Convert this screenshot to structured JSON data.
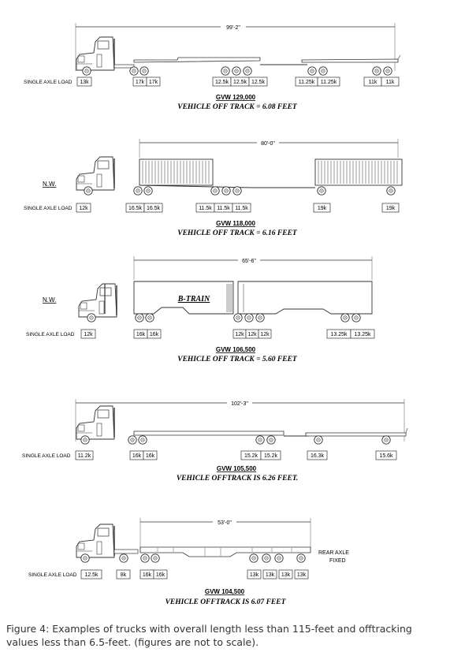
{
  "caption": "Figure 4: Examples of trucks with overall length less than 115-feet and offtracking values less than 6.5-feet. (figures are not to scale).",
  "trucks": [
    {
      "id": "t1",
      "dimension": "99'-2\"",
      "single_axle_label": "SINGLE AXLE LOAD",
      "loads": [
        "13k",
        "17k",
        "17k",
        "12.5k",
        "12.5k",
        "12.5k",
        "11.25k",
        "11.25k",
        "11k",
        "11k"
      ],
      "gvw": "GVW 129,000",
      "offtrack": "VEHICLE OFF TRACK = 6.08 FEET"
    },
    {
      "id": "t2",
      "nw": "N.W.",
      "dimension": "80'-0\"",
      "single_axle_label": "SINGLE AXLE LOAD",
      "loads": [
        "12k",
        "16.5k",
        "16.5k",
        "11.5k",
        "11.5k",
        "11.5k",
        "19k",
        "19k"
      ],
      "gvw": "GVW 118,000",
      "offtrack": "VEHICLE OFF TRACK = 6.16 FEET"
    },
    {
      "id": "t3",
      "nw": "N.W.",
      "dimension": "65'-6\"",
      "trailer_text": "B-TRAIN",
      "single_axle_label": "SINGLE AXLE LOAD",
      "loads": [
        "12k",
        "16k",
        "16k",
        "12k",
        "12k",
        "12k",
        "13.25k",
        "13.25k"
      ],
      "gvw": "GVW 106,500",
      "offtrack": "VEHICLE OFF TRACK = 5.60 FEET"
    },
    {
      "id": "t4",
      "dimension": "102'-3\"",
      "single_axle_label": "SINGLE AXLE LOAD",
      "loads": [
        "11.2k",
        "16k",
        "16k",
        "15.2k",
        "15.2k",
        "16.3k",
        "15.6k"
      ],
      "gvw": "GVW 105,500",
      "offtrack": "VEHICLE OFFTRACK IS 6.26 FEET."
    },
    {
      "id": "t5",
      "dimension": "53'-0\"",
      "rear_axle_note": [
        "REAR AXLE",
        "FIXED"
      ],
      "single_axle_label": "SINGLE AXLE LOAD",
      "loads": [
        "12.5k",
        "8k",
        "16k",
        "16k",
        "13k",
        "13k",
        "13k",
        "13k"
      ],
      "gvw": "GVW 104,500",
      "offtrack": "VEHICLE OFFTRACK IS 6.07 FEET"
    }
  ]
}
